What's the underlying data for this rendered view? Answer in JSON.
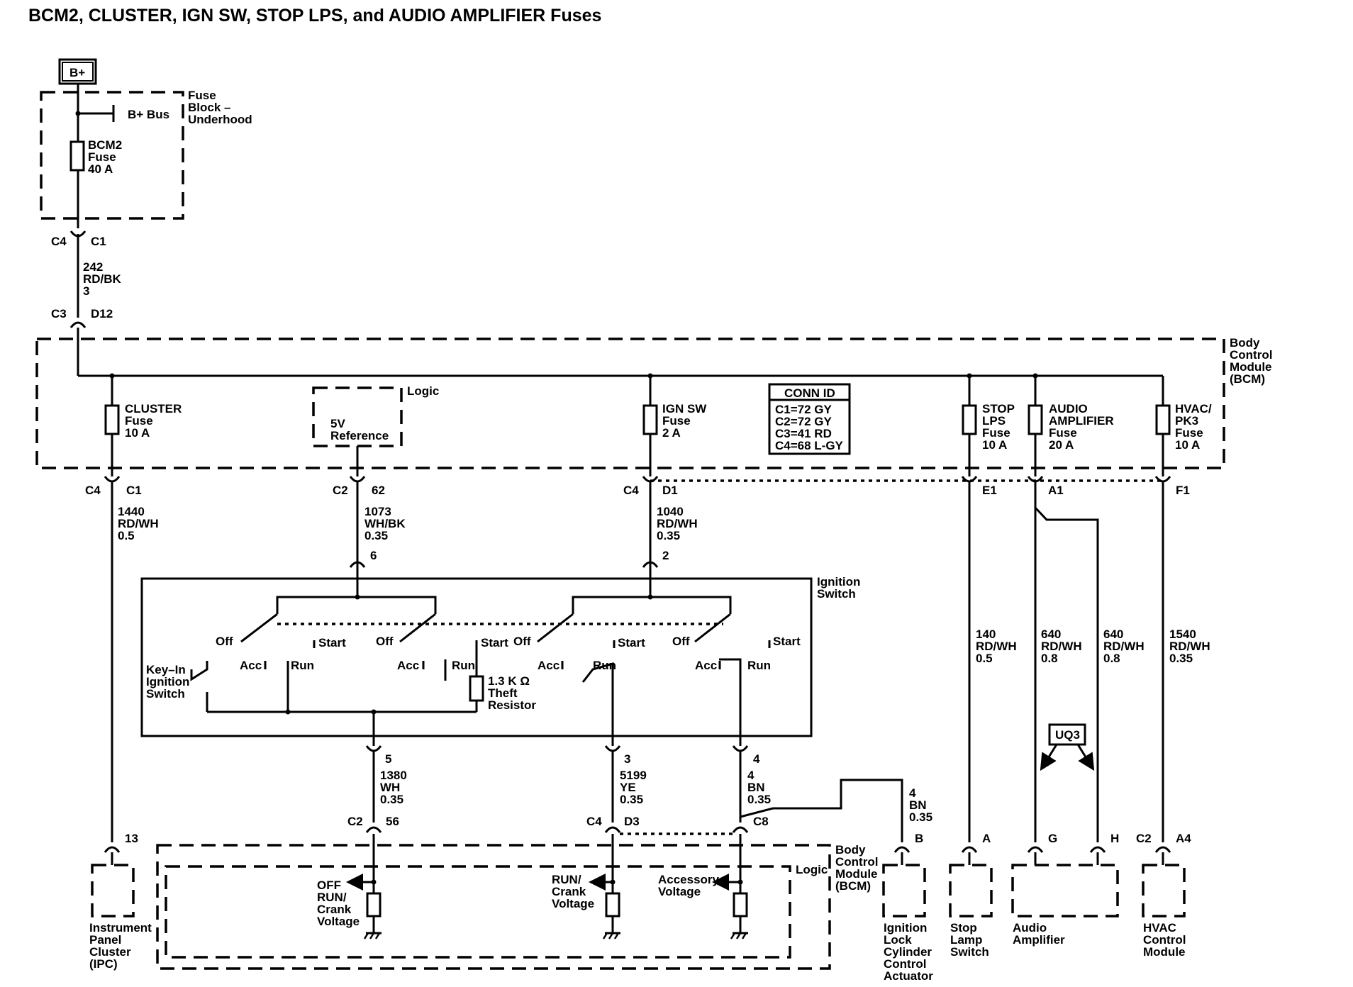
{
  "title": "BCM2, CLUSTER, IGN SW, STOP LPS, and AUDIO AMPLIFIER Fuses",
  "power_source": "B+",
  "fuse_block": {
    "name_lines": [
      "Fuse",
      "Block –",
      "Underhood"
    ],
    "bus_label": "B+ Bus",
    "fuse_lines": [
      "BCM2",
      "Fuse",
      "40 A"
    ]
  },
  "wire_main": {
    "top_connector": [
      "C4",
      "C1"
    ],
    "lines": [
      "242",
      "RD/BK",
      "3"
    ],
    "bottom_connector": [
      "C3",
      "D12"
    ]
  },
  "bcm_upper": {
    "name_lines": [
      "Body",
      "Control",
      "Module",
      "(BCM)"
    ],
    "logic_label": "Logic",
    "reference_lines": [
      "5V",
      "Reference"
    ],
    "fuses": {
      "cluster": [
        "CLUSTER",
        "Fuse",
        "10 A"
      ],
      "ign": [
        "IGN SW",
        "Fuse",
        "2 A"
      ],
      "stop": [
        "STOP",
        "LPS",
        "Fuse",
        "10 A"
      ],
      "audio": [
        "AUDIO",
        "AMPLIFIER",
        "Fuse",
        "20 A"
      ],
      "hvac": [
        "HVAC/",
        "PK3",
        "Fuse",
        "10 A"
      ]
    },
    "conn_id": {
      "title": "CONN ID",
      "rows": [
        "C1=72 GY",
        "C2=72 GY",
        "C3=41 RD",
        "C4=68 L-GY"
      ]
    }
  },
  "circuits": {
    "cluster": {
      "connector": [
        "C4",
        "C1"
      ],
      "lines": [
        "1440",
        "RD/WH",
        "0.5"
      ],
      "end_pin": "13"
    },
    "ref": {
      "connector": [
        "C2",
        "62"
      ],
      "lines": [
        "1073",
        "WH/BK",
        "0.35"
      ],
      "switch_pin": "6"
    },
    "ign": {
      "connector": [
        "C4",
        "D1"
      ],
      "lines": [
        "1040",
        "RD/WH",
        "0.35"
      ],
      "switch_pin": "2"
    },
    "stop": {
      "connector": "E1",
      "lines": [
        "140",
        "RD/WH",
        "0.5"
      ],
      "end_pin": "A"
    },
    "audio_a": {
      "connector": "A1",
      "lines": [
        "640",
        "RD/WH",
        "0.8"
      ],
      "end_pin": "G"
    },
    "audio_b": {
      "lines": [
        "640",
        "RD/WH",
        "0.8"
      ],
      "end_pin": "H"
    },
    "hvac": {
      "connector": "F1",
      "lines": [
        "1540",
        "RD/WH",
        "0.35"
      ],
      "end_connector": [
        "C2",
        "A4"
      ]
    }
  },
  "ignition_switch": {
    "name_lines": [
      "Ignition",
      "Switch"
    ],
    "positions": {
      "off": "Off",
      "acc": "Acc",
      "run": "Run",
      "start": "Start"
    },
    "key_in_lines": [
      "Key–In",
      "Ignition",
      "Switch"
    ],
    "resistor_lines": [
      "1.3 K Ω",
      "Theft",
      "Resistor"
    ],
    "outputs": {
      "p5": {
        "pin": "5",
        "lines": [
          "1380",
          "WH",
          "0.35"
        ],
        "connector": [
          "C2",
          "56"
        ]
      },
      "p3": {
        "pin": "3",
        "lines": [
          "5199",
          "YE",
          "0.35"
        ],
        "connector": [
          "C4",
          "D3"
        ]
      },
      "p4": {
        "pin": "4",
        "lines": [
          "4",
          "BN",
          "0.35"
        ],
        "connector": "C8"
      }
    },
    "branch_lines": [
      "4",
      "BN",
      "0.35"
    ],
    "branch_pin": "B"
  },
  "bcm_lower": {
    "name_lines": [
      "Body",
      "Control",
      "Module",
      "(BCM)"
    ],
    "logic_label": "Logic",
    "inputs": {
      "off_run": [
        "OFF",
        "RUN/",
        "Crank",
        "Voltage"
      ],
      "run_crank": [
        "RUN/",
        "Crank",
        "Voltage"
      ],
      "accessory": [
        "Accessory",
        "Voltage"
      ]
    }
  },
  "components": {
    "ipc": [
      "Instrument",
      "Panel",
      "Cluster",
      "(IPC)"
    ],
    "ignition_lock": [
      "Ignition",
      "Lock",
      "Cylinder",
      "Control",
      "Actuator"
    ],
    "stop_lamp": [
      "Stop",
      "Lamp",
      "Switch"
    ],
    "audio_amp": [
      "Audio",
      "Amplifier"
    ],
    "hvac_module": [
      "HVAC",
      "Control",
      "Module"
    ]
  },
  "option_label": "UQ3"
}
